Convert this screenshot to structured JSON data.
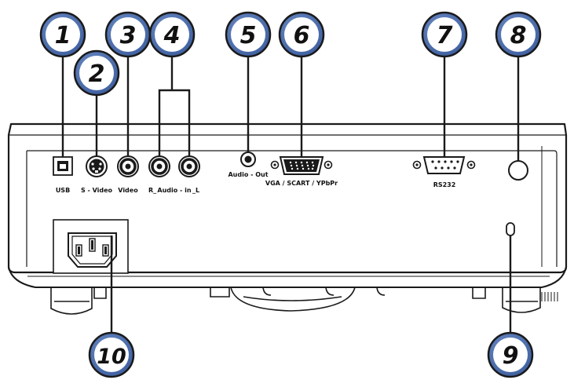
{
  "callouts": [
    {
      "number": "1"
    },
    {
      "number": "2"
    },
    {
      "number": "3"
    },
    {
      "number": "4"
    },
    {
      "number": "5"
    },
    {
      "number": "6"
    },
    {
      "number": "7"
    },
    {
      "number": "8"
    },
    {
      "number": "9"
    },
    {
      "number": "10"
    }
  ],
  "port_labels": {
    "usb": "USB",
    "svideo": "S - Video",
    "video": "Video",
    "audio_in_r": "R_",
    "audio_in": "Audio - in",
    "audio_in_l": "_L",
    "audio_out": "Audio - Out",
    "vga": "VGA / SCART / YPbPr",
    "rs232": "RS232"
  },
  "colors": {
    "callout_fill": "#4a6eae",
    "callout_ring": "#ffffff",
    "outline": "#1a1a1a",
    "label": "#111111"
  }
}
